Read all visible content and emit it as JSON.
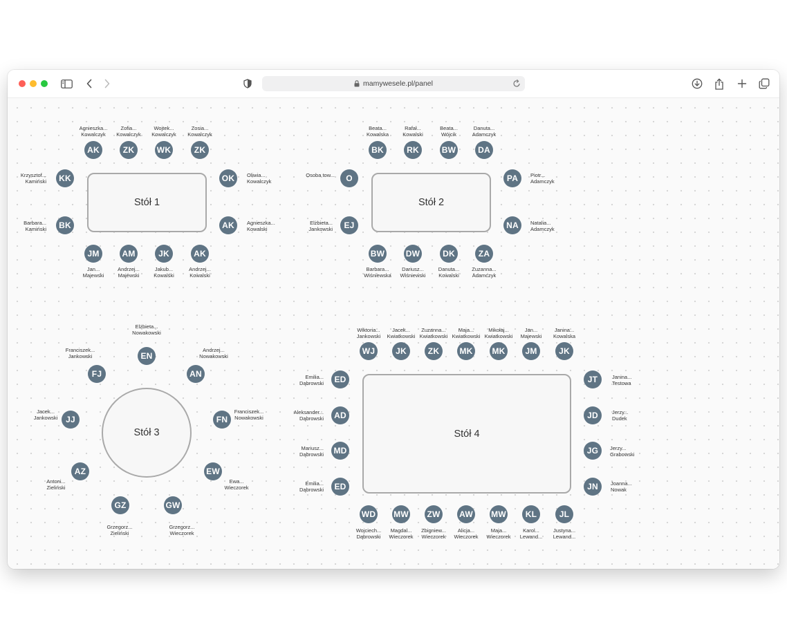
{
  "browser": {
    "url": "mamywesele.pl/panel"
  },
  "tables": [
    {
      "name": "Stół 1",
      "guests": [
        {
          "initials": "AK",
          "first": "Agnieszka...",
          "last": "Kowalczyk"
        },
        {
          "initials": "ZK",
          "first": "Zofia...",
          "last": "Kowalczyk"
        },
        {
          "initials": "WK",
          "first": "Wojtek...",
          "last": "Kowalczyk"
        },
        {
          "initials": "ZK",
          "first": "Zosia...",
          "last": "Kowalczyk"
        },
        {
          "initials": "KK",
          "first": "Krzysztof...",
          "last": "Kamiński"
        },
        {
          "initials": "BK",
          "first": "Barbara...",
          "last": "Kamiński"
        },
        {
          "initials": "OK",
          "first": "Oliwia...",
          "last": "Kowalczyk"
        },
        {
          "initials": "AK",
          "first": "Agnieszka...",
          "last": "Kowalski"
        },
        {
          "initials": "JM",
          "first": "Jan...",
          "last": "Majewski"
        },
        {
          "initials": "AM",
          "first": "Andrzej...",
          "last": "Majewski"
        },
        {
          "initials": "JK",
          "first": "Jakub...",
          "last": "Kowalski"
        },
        {
          "initials": "AK",
          "first": "Andrzej...",
          "last": "Kowalski"
        }
      ]
    },
    {
      "name": "Stół 2",
      "guests": [
        {
          "initials": "BK",
          "first": "Beata...",
          "last": "Kowalska"
        },
        {
          "initials": "RK",
          "first": "Rafał...",
          "last": "Kowalski"
        },
        {
          "initials": "BW",
          "first": "Beata...",
          "last": "Wójcik"
        },
        {
          "initials": "DA",
          "first": "Danuta...",
          "last": "Adamczyk"
        },
        {
          "initials": "O",
          "first": "Osoba tow...",
          "last": ""
        },
        {
          "initials": "EJ",
          "first": "Elżbieta...",
          "last": "Jankowski"
        },
        {
          "initials": "PA",
          "first": "Piotr...",
          "last": "Adamczyk"
        },
        {
          "initials": "NA",
          "first": "Natalia...",
          "last": "Adamczyk"
        },
        {
          "initials": "BW",
          "first": "Barbara...",
          "last": "Wiśniewska"
        },
        {
          "initials": "DW",
          "first": "Dariusz...",
          "last": "Wiśniewski"
        },
        {
          "initials": "DK",
          "first": "Danuta...",
          "last": "Kowalski"
        },
        {
          "initials": "ZA",
          "first": "Zuzanna...",
          "last": "Adamczyk"
        }
      ]
    },
    {
      "name": "Stół 3",
      "guests": [
        {
          "initials": "EN",
          "first": "Elżbieta...",
          "last": "Nowakowski"
        },
        {
          "initials": "AN",
          "first": "Andrzej...",
          "last": "Nowakowski"
        },
        {
          "initials": "FN",
          "first": "Franciszek...",
          "last": "Nowakowski"
        },
        {
          "initials": "EW",
          "first": "Ewa...",
          "last": "Wieczorek"
        },
        {
          "initials": "GW",
          "first": "Grzegorz...",
          "last": "Wieczorek"
        },
        {
          "initials": "GZ",
          "first": "Grzegorz...",
          "last": "Zieliński"
        },
        {
          "initials": "AZ",
          "first": "Antoni...",
          "last": "Zieliński"
        },
        {
          "initials": "JJ",
          "first": "Jacek...",
          "last": "Jankowski"
        },
        {
          "initials": "FJ",
          "first": "Franciszek...",
          "last": "Jankowski"
        }
      ]
    },
    {
      "name": "Stół 4",
      "guests": [
        {
          "initials": "WJ",
          "first": "Wiktoria...",
          "last": "Jankowski"
        },
        {
          "initials": "JK",
          "first": "Jacek...",
          "last": "Kwiatkowski"
        },
        {
          "initials": "ZK",
          "first": "Zuzanna...",
          "last": "Kwiatkowski"
        },
        {
          "initials": "MK",
          "first": "Maja...",
          "last": "Kwiatkowski"
        },
        {
          "initials": "MK",
          "first": "Mikołaj...",
          "last": "Kwiatkowski"
        },
        {
          "initials": "JM",
          "first": "Jan...",
          "last": "Majewski"
        },
        {
          "initials": "JK",
          "first": "Janina...",
          "last": "Kowalska"
        },
        {
          "initials": "ED",
          "first": "Emilia...",
          "last": "Dąbrowski"
        },
        {
          "initials": "AD",
          "first": "Aleksander...",
          "last": "Dąbrowski"
        },
        {
          "initials": "MD",
          "first": "Mariusz...",
          "last": "Dąbrowski"
        },
        {
          "initials": "ED",
          "first": "Emilia...",
          "last": "Dąbrowski"
        },
        {
          "initials": "JT",
          "first": "Janina...",
          "last": "Testowa"
        },
        {
          "initials": "JD",
          "first": "Jerzy...",
          "last": "Dudek"
        },
        {
          "initials": "JG",
          "first": "Jerzy...",
          "last": "Grabowski"
        },
        {
          "initials": "JN",
          "first": "Joanna...",
          "last": "Nowak"
        },
        {
          "initials": "WD",
          "first": "Wojciech...",
          "last": "Dąbrowski"
        },
        {
          "initials": "MW",
          "first": "Magdal...",
          "last": "Wieczorek"
        },
        {
          "initials": "ZW",
          "first": "Zbigniew...",
          "last": "Wieczorek"
        },
        {
          "initials": "AW",
          "first": "Alicja...",
          "last": "Wieczorek"
        },
        {
          "initials": "MW",
          "first": "Maja...",
          "last": "Wieczorek"
        },
        {
          "initials": "KL",
          "first": "Karol...",
          "last": "Lewand..."
        },
        {
          "initials": "JL",
          "first": "Justyna...",
          "last": "Lewand..."
        }
      ]
    }
  ]
}
